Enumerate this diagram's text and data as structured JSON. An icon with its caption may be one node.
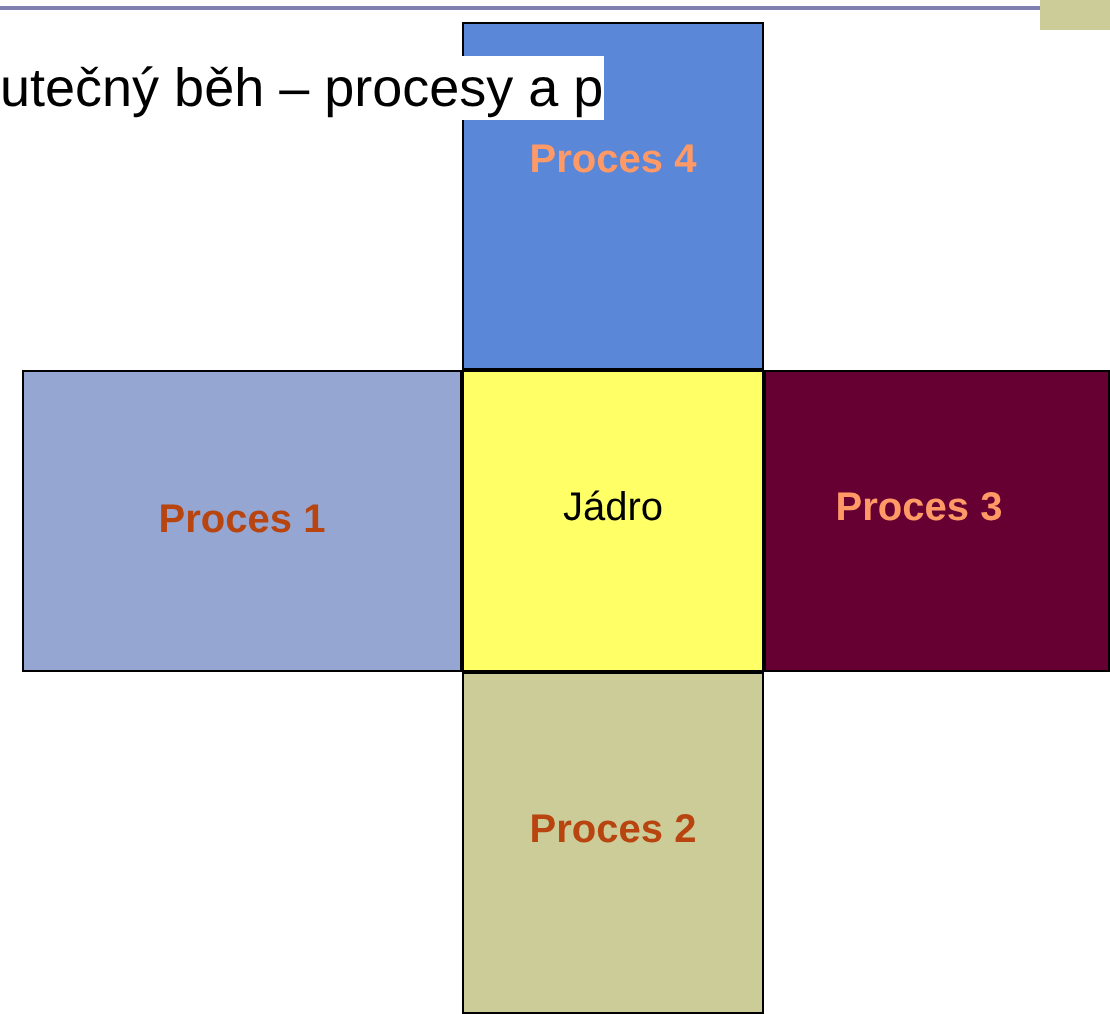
{
  "diagram": {
    "title": "utečný běh – procesy a p",
    "nodes": [
      {
        "text": [
          "Proces 4"
        ]
      },
      {
        "text": [
          "Proces 1"
        ]
      },
      {
        "text": [
          "Jádro"
        ]
      },
      {
        "text": [
          "Proces 3"
        ]
      },
      {
        "text": [
          "Proces 2"
        ]
      }
    ]
  }
}
